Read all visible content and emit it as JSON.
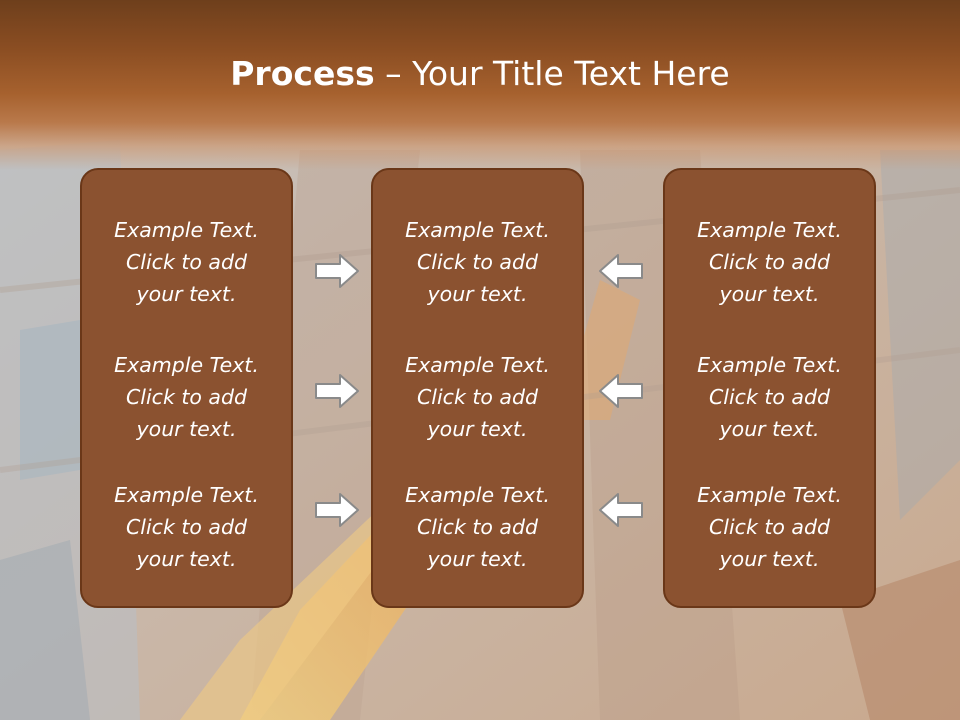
{
  "slide": {
    "title_bold": "Process",
    "title_rest": " – Your Title Text Here",
    "colors": {
      "header": "#8a4d22",
      "panel_fill": "#8b5230",
      "panel_border": "#6a3718",
      "arrow_fill": "#ffffff",
      "arrow_stroke": "#8a8a8a"
    }
  },
  "panels": {
    "left": {
      "text1": "Example Text.\nClick  to add\nyour text.",
      "text2": "Example Text.\nClick  to add\nyour text.",
      "text3": "Example Text.\nClick  to add\nyour text."
    },
    "middle": {
      "text1": "Example Text.\nClick  to add\nyour text.",
      "text2": "Example Text.\nClick  to add\nyour text.",
      "text3": "Example Text.\nClick  to add\nyour text."
    },
    "right": {
      "text1": "Example Text.\nClick  to add\nyour text.",
      "text2": "Example Text.\nClick  to add\nyour text.",
      "text3": "Example Text.\nClick  to add\nyour text."
    }
  },
  "arrows": {
    "left_to_middle": "arrow-right-icon",
    "right_to_middle": "arrow-left-icon"
  }
}
